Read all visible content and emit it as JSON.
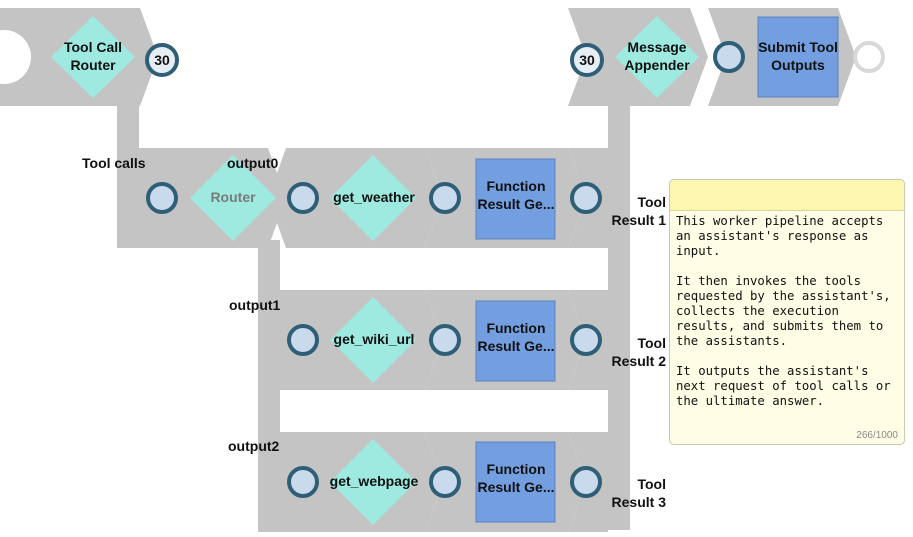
{
  "pipeline": {
    "top_left": {
      "name": "Tool Call Router",
      "badge": "30"
    },
    "top_right": {
      "badge": "30",
      "appender": "Message Appender",
      "submit": "Submit Tool Outputs"
    },
    "router": {
      "name": "Router",
      "input_label": "Tool calls"
    },
    "branches": [
      {
        "output_label": "output0",
        "tool": "get_weather",
        "function": "Function Result Ge...",
        "result_label": "Tool Result 1"
      },
      {
        "output_label": "output1",
        "tool": "get_wiki_url",
        "function": "Function Result Ge...",
        "result_label": "Tool Result 2"
      },
      {
        "output_label": "output2",
        "tool": "get_webpage",
        "function": "Function Result Ge...",
        "result_label": "Tool Result 3"
      }
    ]
  },
  "note": {
    "text": "This worker pipeline accepts an assistant's response as input.\n\nIt then invokes the tools requested by the assistant's, collects the execution results, and submits them to the assistants.\n\nIt outputs the assistant's next request of tool calls or the ultimate answer.",
    "count": "266/1000"
  },
  "colors": {
    "band": "#c4c4c4",
    "diamond": "#9eeae0",
    "square": "#739fe0",
    "port_fill": "#c8daeb",
    "port_border": "#2e5f76",
    "note_bg": "#fffde6",
    "note_head": "#fdf6b0"
  }
}
